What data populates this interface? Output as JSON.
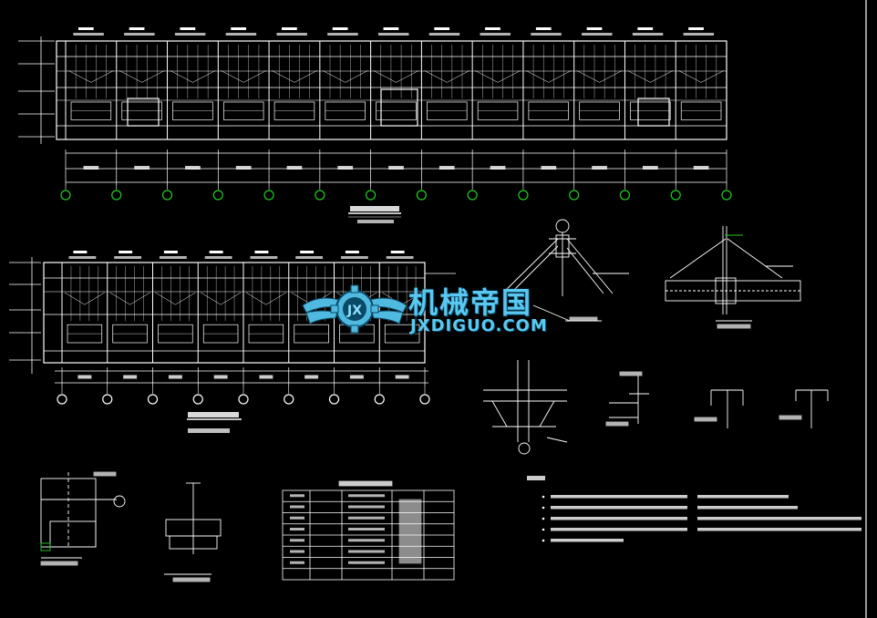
{
  "watermark": {
    "title": "机械帝国",
    "url": "JXDIGUO.COM",
    "logo_letters": "JX"
  },
  "colors": {
    "background": "#000000",
    "line_white": "#ffffff",
    "grid_green": "#22cc22",
    "dim_red": "#cc2222",
    "watermark_blue": "#5ac8f0"
  },
  "drawing": {
    "elevation_a_bays": 13,
    "elevation_b_bays": 8,
    "detail_notes_count": 5
  }
}
